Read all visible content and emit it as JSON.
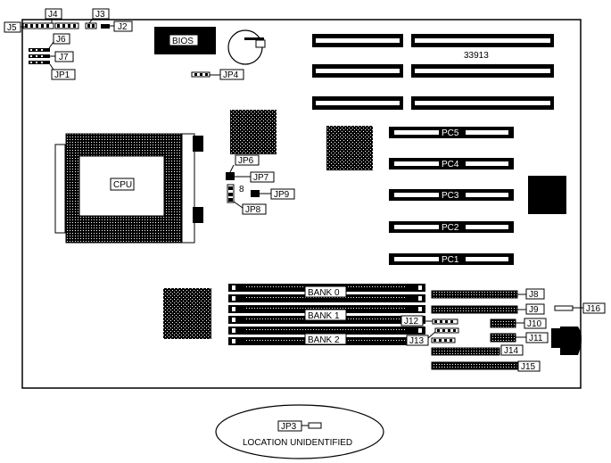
{
  "bios_label": "BIOS",
  "board_number": "33913",
  "cpu_label": "CPU",
  "pci_slots": [
    "PC5",
    "PC4",
    "PC3",
    "PC2",
    "PC1"
  ],
  "memory_banks": [
    "BANK 0",
    "BANK 1",
    "BANK 2"
  ],
  "jumpers": {
    "j2": "J2",
    "j3": "J3",
    "j4": "J4",
    "j5": "J5",
    "j6": "J6",
    "j7": "J7",
    "jp1": "JP1",
    "jp4": "JP4",
    "jp6": "JP6",
    "jp7": "JP7",
    "jp8": "JP8",
    "jp9": "JP9",
    "jp9_pin": "8",
    "j8": "J8",
    "j9": "J9",
    "j10": "J10",
    "j11": "J11",
    "j12": "J12",
    "j13": "J13",
    "j14": "J14",
    "j15": "J15",
    "j16": "J16"
  },
  "unidentified": {
    "jumper": "JP3",
    "caption": "LOCATION UNIDENTIFIED"
  },
  "colors": {
    "line": "#000000",
    "background": "#ffffff"
  }
}
